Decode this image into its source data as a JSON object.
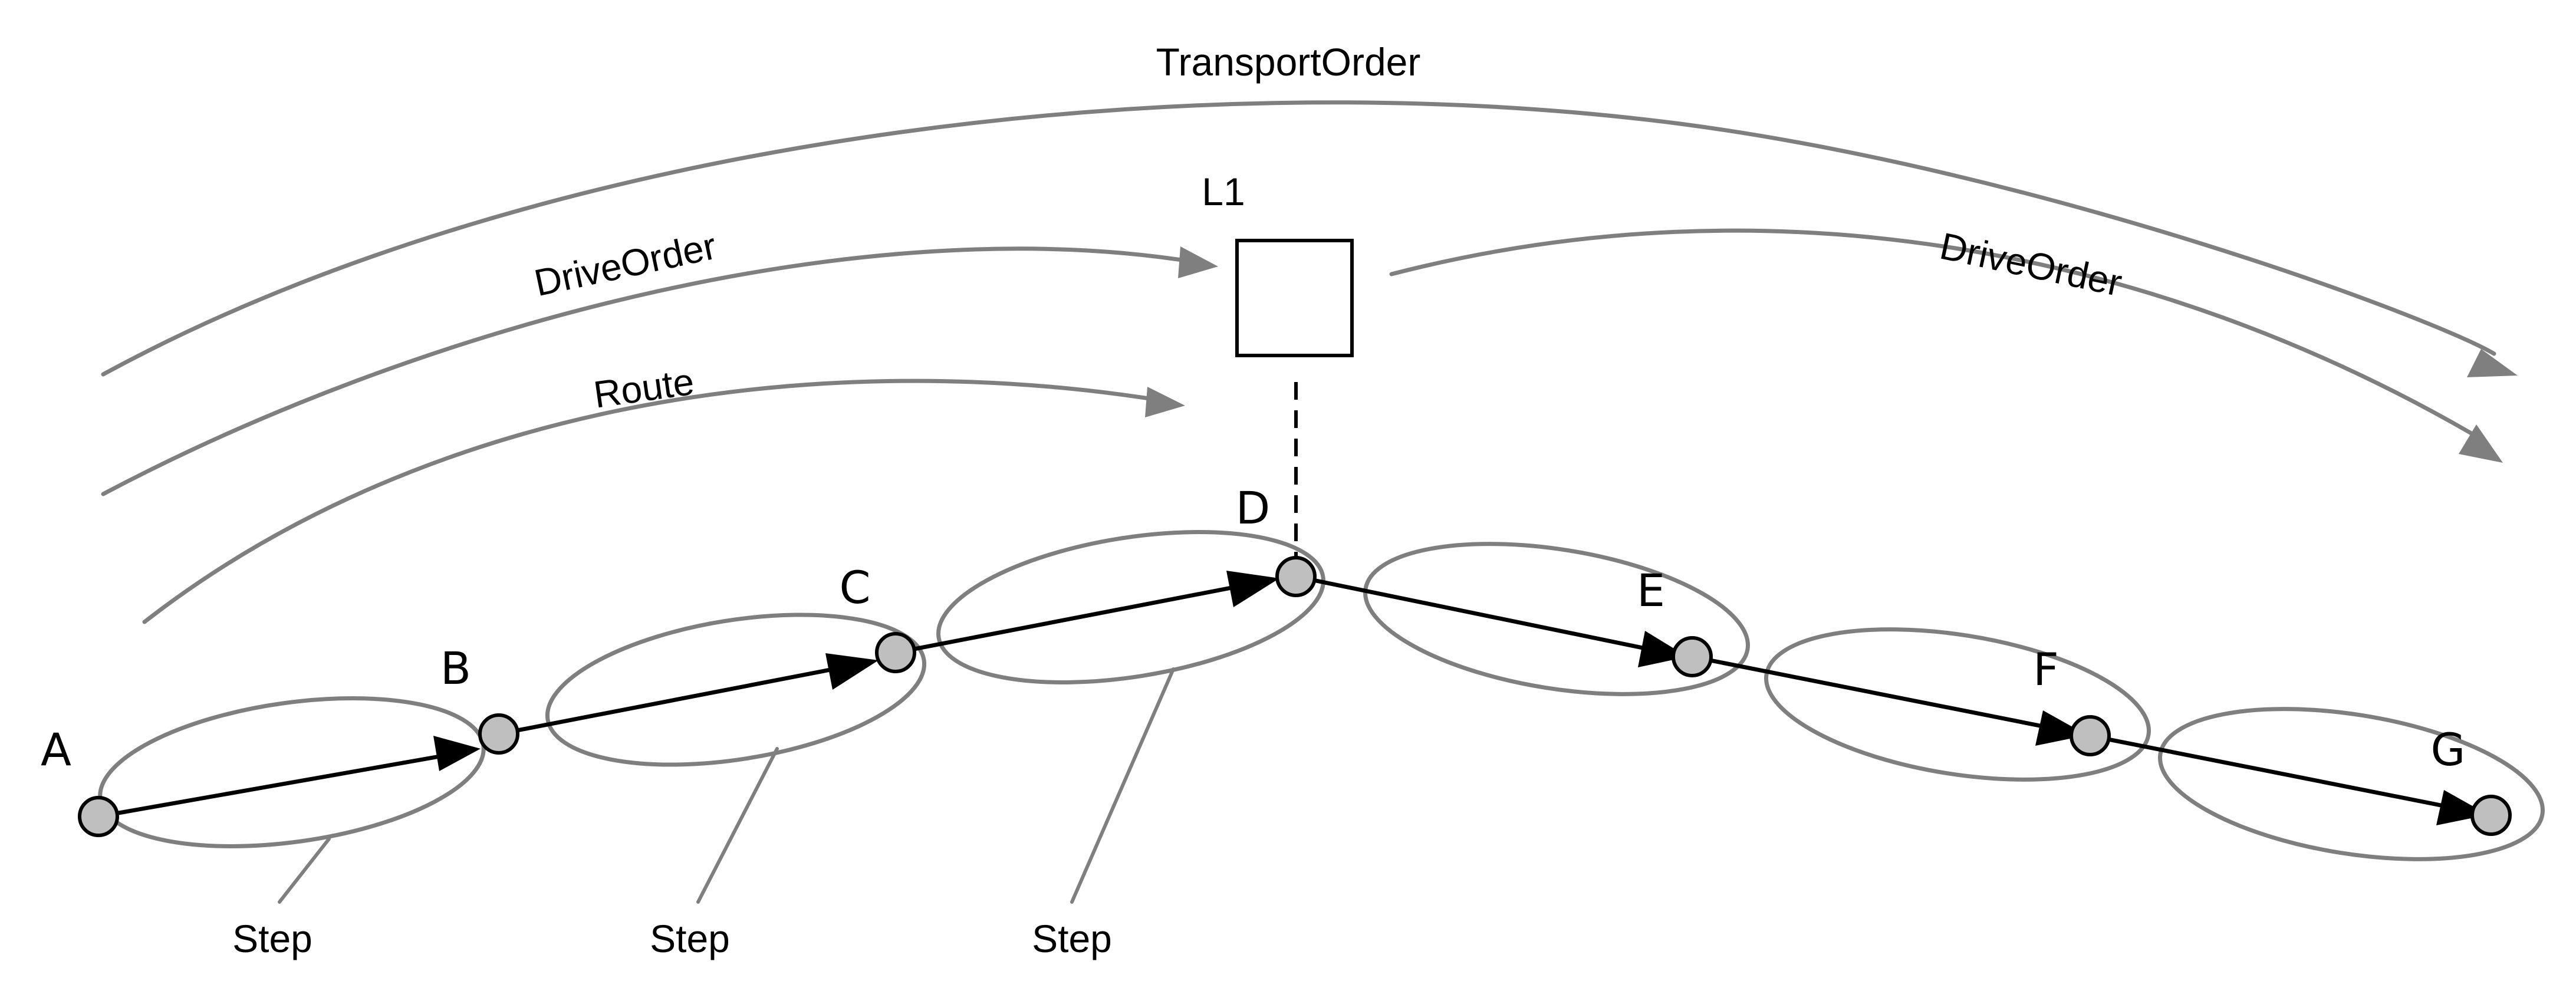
{
  "labels": {
    "transport_order": "TransportOrder",
    "drive_order_left": "DriveOrder",
    "drive_order_right": "DriveOrder",
    "route": "Route",
    "location": "L1"
  },
  "nodes": [
    "A",
    "B",
    "C",
    "D",
    "E",
    "F",
    "G"
  ],
  "steps": [
    "Step",
    "Step",
    "Step"
  ],
  "colors": {
    "curve": "#7f7f7f",
    "node_fill": "#bfbfbf",
    "edge": "#000000"
  }
}
